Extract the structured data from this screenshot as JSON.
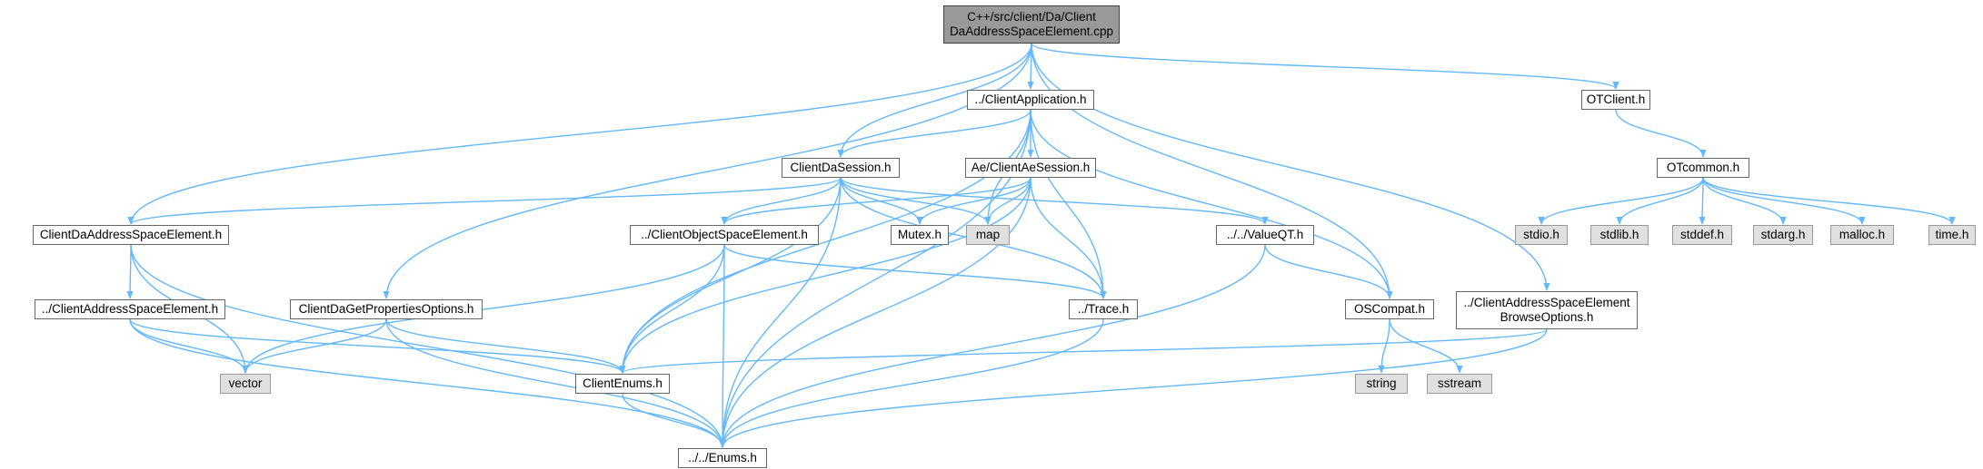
{
  "diagram": {
    "colors": {
      "edge": "#63B8FF",
      "node_border": "#666666",
      "system_fill": "#E0E0E0",
      "root_fill": "#999999"
    },
    "nodes": {
      "root": {
        "lines": [
          "C++/src/client/Da/Client",
          "DaAddressSpaceElement.cpp"
        ]
      },
      "client_application": {
        "lines": [
          "../ClientApplication.h"
        ]
      },
      "otclient": {
        "lines": [
          "OTClient.h"
        ]
      },
      "client_da_session": {
        "lines": [
          "ClientDaSession.h"
        ]
      },
      "client_ae_session": {
        "lines": [
          "Ae/ClientAeSession.h"
        ]
      },
      "otcommon": {
        "lines": [
          "OTcommon.h"
        ]
      },
      "client_da_address_space_element": {
        "lines": [
          "ClientDaAddressSpaceElement.h"
        ]
      },
      "client_object_space_element": {
        "lines": [
          "../ClientObjectSpaceElement.h"
        ]
      },
      "mutex": {
        "lines": [
          "Mutex.h"
        ]
      },
      "map": {
        "lines": [
          "map"
        ]
      },
      "value_qt": {
        "lines": [
          "../../ValueQT.h"
        ]
      },
      "stdio": {
        "lines": [
          "stdio.h"
        ]
      },
      "stdlib": {
        "lines": [
          "stdlib.h"
        ]
      },
      "stddef": {
        "lines": [
          "stddef.h"
        ]
      },
      "stdarg": {
        "lines": [
          "stdarg.h"
        ]
      },
      "malloc": {
        "lines": [
          "malloc.h"
        ]
      },
      "time": {
        "lines": [
          "time.h"
        ]
      },
      "client_address_space_element": {
        "lines": [
          "../ClientAddressSpaceElement.h"
        ]
      },
      "client_da_get_properties_options": {
        "lines": [
          "ClientDaGetPropertiesOptions.h"
        ]
      },
      "trace": {
        "lines": [
          "../Trace.h"
        ]
      },
      "oscompat": {
        "lines": [
          "OSCompat.h"
        ]
      },
      "browse_options": {
        "lines": [
          "../ClientAddressSpaceElement",
          "BrowseOptions.h"
        ]
      },
      "vector": {
        "lines": [
          "vector"
        ]
      },
      "client_enums": {
        "lines": [
          "ClientEnums.h"
        ]
      },
      "string": {
        "lines": [
          "string"
        ]
      },
      "sstream": {
        "lines": [
          "sstream"
        ]
      },
      "enums": {
        "lines": [
          "../../Enums.h"
        ]
      }
    }
  }
}
